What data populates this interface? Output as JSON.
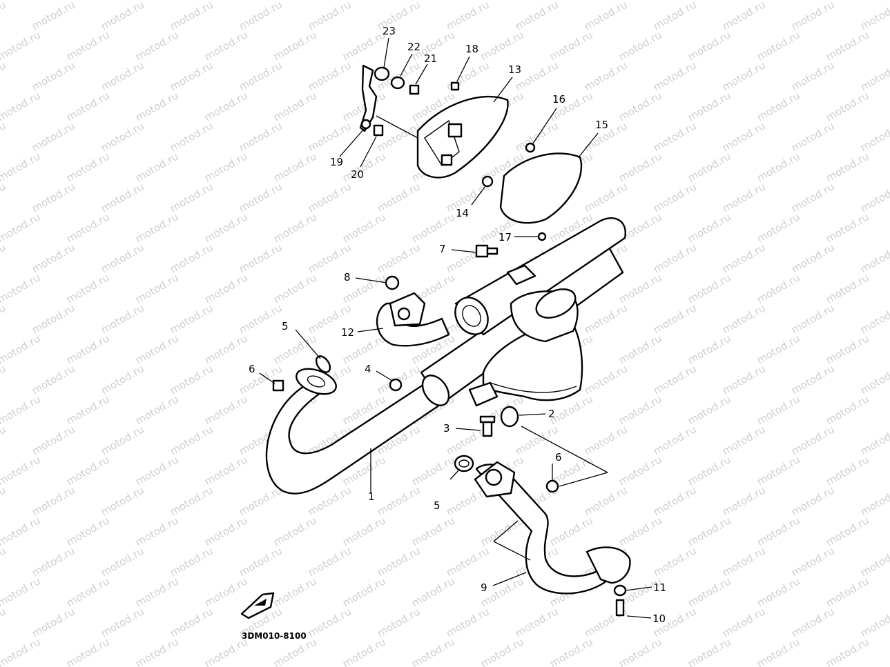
{
  "watermark_text": "motod.ru",
  "diagram_code": "3DM010-8100",
  "callouts": [
    {
      "id": "c1",
      "label": "1"
    },
    {
      "id": "c2",
      "label": "2"
    },
    {
      "id": "c3",
      "label": "3"
    },
    {
      "id": "c4",
      "label": "4"
    },
    {
      "id": "c5a",
      "label": "5"
    },
    {
      "id": "c5b",
      "label": "5"
    },
    {
      "id": "c6a",
      "label": "6"
    },
    {
      "id": "c6b",
      "label": "6"
    },
    {
      "id": "c7",
      "label": "7"
    },
    {
      "id": "c8",
      "label": "8"
    },
    {
      "id": "c9",
      "label": "9"
    },
    {
      "id": "c10",
      "label": "10"
    },
    {
      "id": "c11",
      "label": "11"
    },
    {
      "id": "c12",
      "label": "12"
    },
    {
      "id": "c13",
      "label": "13"
    },
    {
      "id": "c14",
      "label": "14"
    },
    {
      "id": "c15",
      "label": "15"
    },
    {
      "id": "c16",
      "label": "16"
    },
    {
      "id": "c17",
      "label": "17"
    },
    {
      "id": "c18",
      "label": "18"
    },
    {
      "id": "c19",
      "label": "19"
    },
    {
      "id": "c20",
      "label": "20"
    },
    {
      "id": "c21",
      "label": "21"
    },
    {
      "id": "c22",
      "label": "22"
    },
    {
      "id": "c23",
      "label": "23"
    }
  ]
}
